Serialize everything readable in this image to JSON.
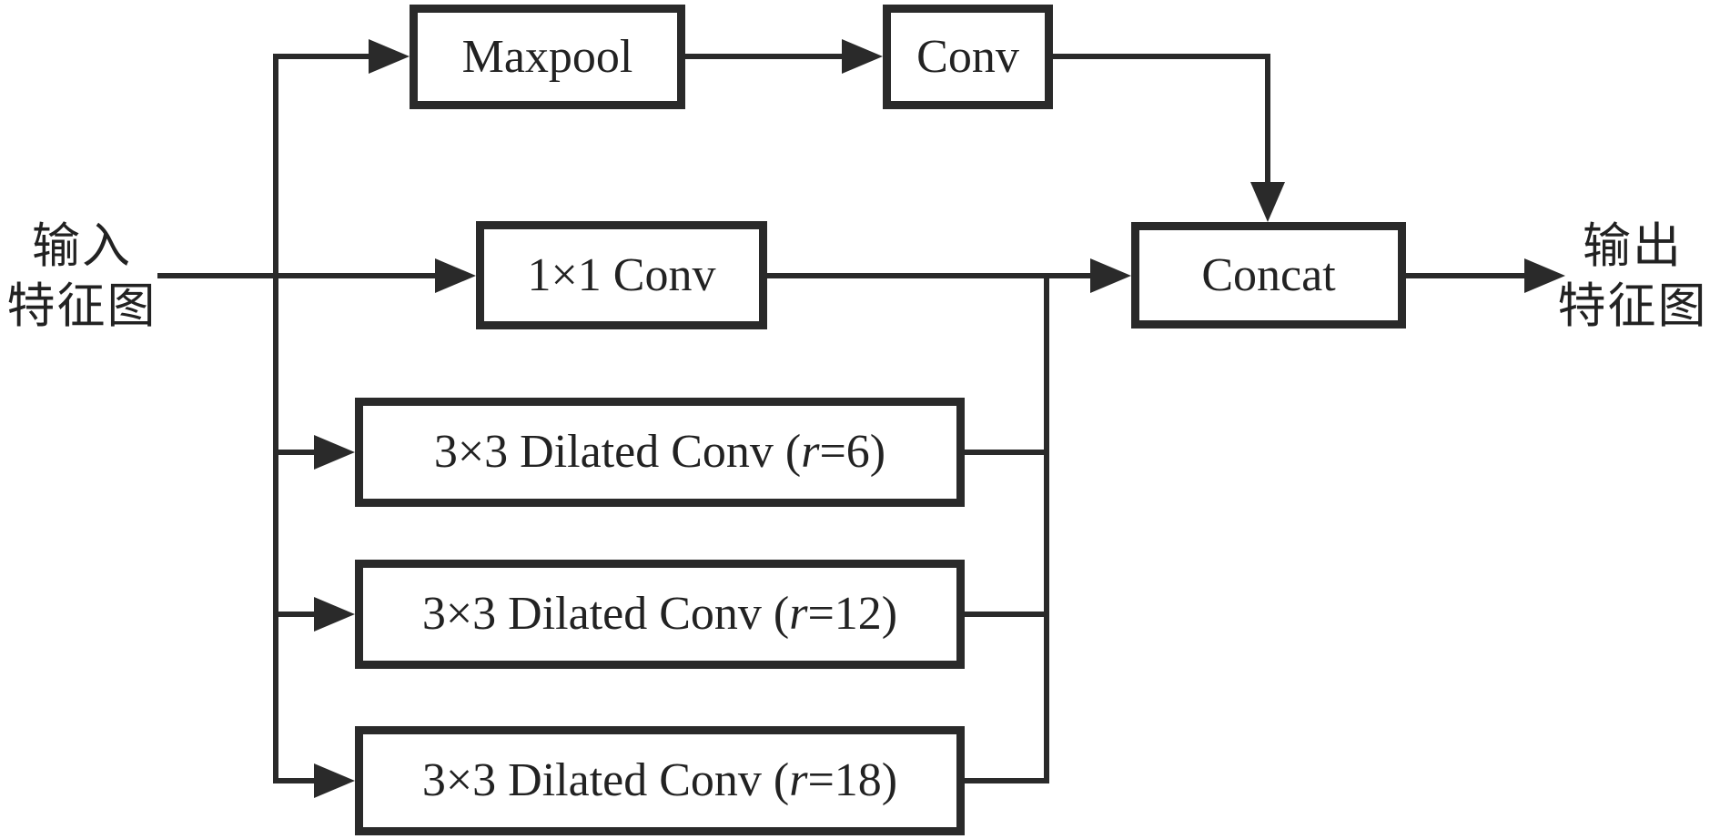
{
  "diagram": {
    "type": "flow-diagram",
    "description_visible": false
  },
  "colors": {
    "line": "#2a2a2a",
    "box_border": "#2a2a2a",
    "text": "#222222",
    "background": "#ffffff"
  },
  "labels": {
    "input": {
      "line1": "输入",
      "line2": "特征图"
    },
    "output": {
      "line1": "输出",
      "line2": "特征图"
    }
  },
  "nodes": {
    "maxpool": {
      "label": "Maxpool"
    },
    "conv": {
      "label": "Conv"
    },
    "conv_1x1": {
      "label": "1×1 Conv"
    },
    "concat": {
      "label": "Concat"
    },
    "dilated_r6": {
      "prefix": "3×3 Dilated Conv (",
      "var": "r",
      "suffix": "=6)"
    },
    "dilated_r12": {
      "prefix": "3×3 Dilated Conv (",
      "var": "r",
      "suffix": "=12)"
    },
    "dilated_r18": {
      "prefix": "3×3 Dilated Conv (",
      "var": "r",
      "suffix": "=18)"
    }
  },
  "edges": [
    {
      "from": "输入特征图",
      "to": "Maxpool"
    },
    {
      "from": "Maxpool",
      "to": "Conv"
    },
    {
      "from": "Conv",
      "to": "Concat"
    },
    {
      "from": "输入特征图",
      "to": "1×1 Conv"
    },
    {
      "from": "1×1 Conv",
      "to": "Concat"
    },
    {
      "from": "输入特征图",
      "to": "3×3 Dilated Conv (r=6)"
    },
    {
      "from": "3×3 Dilated Conv (r=6)",
      "to": "Concat"
    },
    {
      "from": "输入特征图",
      "to": "3×3 Dilated Conv (r=12)"
    },
    {
      "from": "3×3 Dilated Conv (r=12)",
      "to": "Concat"
    },
    {
      "from": "输入特征图",
      "to": "3×3 Dilated Conv (r=18)"
    },
    {
      "from": "3×3 Dilated Conv (r=18)",
      "to": "Concat"
    },
    {
      "from": "Concat",
      "to": "输出特征图"
    }
  ]
}
